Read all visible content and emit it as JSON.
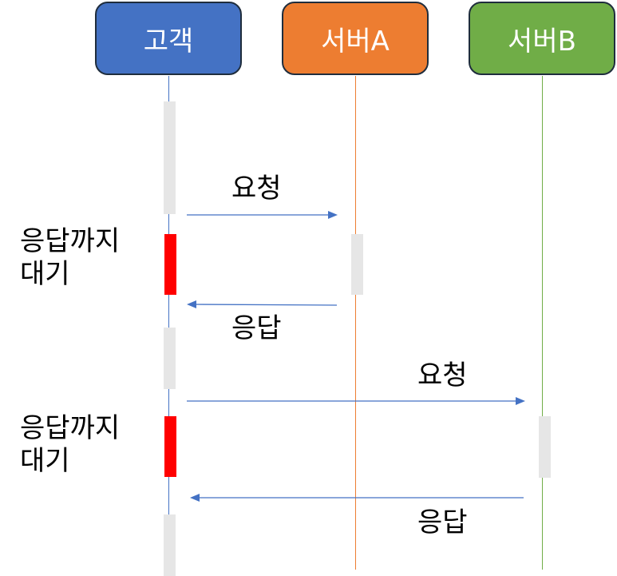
{
  "actors": {
    "client": {
      "label": "고객",
      "color": "#4472c4"
    },
    "server_a": {
      "label": "서버A",
      "color": "#ed7d31"
    },
    "server_b": {
      "label": "서버B",
      "color": "#70ad47"
    }
  },
  "messages": {
    "request_a": "요청",
    "response_a": "응답",
    "request_b": "요청",
    "response_b": "응답"
  },
  "notes": {
    "wait_1": {
      "line1": "응답까지",
      "line2": "대기"
    },
    "wait_2": {
      "line1": "응답까지",
      "line2": "대기"
    }
  },
  "colors": {
    "arrow": "#4472c4",
    "idle_bar": "#e6e6e6",
    "waiting_bar": "#ff0000",
    "lifeline_client": "#4472c4",
    "lifeline_a": "#ed7d31",
    "lifeline_b": "#70ad47"
  }
}
